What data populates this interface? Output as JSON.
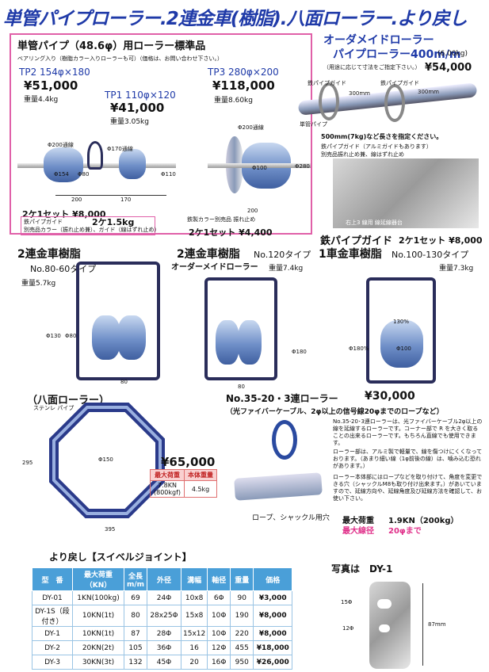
{
  "banner": "単管パイプローラー.2連金車(樹脂).八面ローラー.より戻し",
  "pipe": {
    "title": "単管パイプ（48.6φ）用ローラー標準品",
    "note": "ベアリング入り（樹脂カラー入りローラーも可）（価格は、お問い合わせ下さい。）",
    "tp2": {
      "name": "TP2 154φ×180",
      "price": "¥51,000",
      "weight": "重量4.4kg"
    },
    "tp1": {
      "name": "TP1 110φ×120",
      "price": "¥41,000",
      "weight": "重量3.05kg"
    },
    "tp3": {
      "name": "TP3 280φ×200",
      "price": "¥118,000",
      "weight": "重量8.60kg"
    },
    "dims": {
      "d200a": "Φ200通線",
      "d170a": "Φ170通線",
      "d154": "Φ154",
      "d80": "Φ80",
      "d110": "Φ110",
      "w200": "200",
      "w170": "170",
      "d200b": "Φ200通線",
      "d100": "Φ100",
      "d280": "Φ280",
      "w200b": "200"
    },
    "set1": "2ケ1セット ¥8,000",
    "weight1": "2ケ1.5kg",
    "guide_note1": "鉄パイプガイド",
    "guide_note2": "別売品カラー（振れ止め兼）、ガイド（線はずれ止め）",
    "collar_note": "鉄製カラー別売品 振れ止め",
    "set2": "2ケ1セット ¥4,400"
  },
  "custom": {
    "title": "オーダメイドローラー",
    "subtitle": "パイプローラー400m/m",
    "weight": "(6.00kg)",
    "note": "（用途に応じて寸法をご指定下さい。）",
    "price": "¥54,000",
    "label_guide1": "鉄パイプガイド",
    "label_guide2": "鉄パイプガイド",
    "label_300a": "300mm",
    "label_300b": "300mm",
    "label_pipe": "単管パイプ"
  },
  "guide": {
    "line1": "500mm(7kg)など長さを指定ください。",
    "line2": "鉄パイプガイド（アルミガイドもあります）",
    "line3": "別売品振れ止め兼、線はずれ止め",
    "photo_label": "右上3 線用 線延線器台",
    "title": "鉄パイプガイド",
    "price": "2ケ1セット ¥8,000"
  },
  "twin1": {
    "title": "2連金車樹脂",
    "type": "No.80-60タイプ",
    "weight": "重量5.7kg",
    "d130": "Φ130",
    "d80": "Φ80",
    "d80b": "80"
  },
  "twin2": {
    "title": "2連金車樹脂",
    "type": "No.120タイプ",
    "weight": "重量7.4kg",
    "order": "オーダーメイドローラー",
    "d180": "Φ180",
    "d80": "80"
  },
  "single": {
    "title": "1車金車樹脂",
    "type": "No.100-130タイプ",
    "weight": "重量7.3kg",
    "p130": "130%",
    "d180": "Φ180%",
    "d100": "Φ100"
  },
  "octa": {
    "title": "（八面ローラー）",
    "label": "ステンレ パイプ",
    "d150": "Φ150",
    "h295": "295",
    "w395": "395",
    "price": "¥65,000",
    "spec_h1": "最大荷重",
    "spec_h2": "本体重量",
    "spec_v1a": "7.8KN",
    "spec_v1b": "(800kgf)",
    "spec_v2": "4.5kg"
  },
  "triple": {
    "title": "No.35-20・3連ローラー",
    "price": "¥30,000",
    "sub": "（光ファイバーケーブル、2φ以上の信号線20φまでのロープなど）",
    "caption": "ロープ、シャックル用穴",
    "note1": "No.35-20･3連ローラーは、光ファイバーケーブル2φ以上の線を延線するローラーです。コーナー部で R を大きく取ることの出来るローラーです。もちろん直線でも使用できます。",
    "note2": "ローラー部は、アルミ製で軽量で、線を傷つけにくくなっております。（あまり細い線（1φ前後の線）は、噛み込む恐れがあります。）",
    "note3": "ローラー本体部にはロープなどを取り付けて、角度を変更できる穴（シャックルM8も取り付け出来ます。）があいていますので、延線方向や、延線角度及び延線方法を確認して、お使い下さい。",
    "load_label": "最大荷重",
    "load_value": "1.9KN（200kg）",
    "wire_label": "最大線径",
    "wire_value": "20φまで"
  },
  "swivel": {
    "title": "より戻し【スイベルジョイント】",
    "headers": [
      "型　番",
      "最大荷重（KN）",
      "全長 m/m",
      "外径",
      "溝幅",
      "軸径",
      "重量",
      "価格"
    ],
    "rows": [
      [
        "DY-01",
        "1KN(100kg)",
        "69",
        "24Φ",
        "10x8",
        "6Φ",
        "90",
        "¥3,000"
      ],
      [
        "DY-1S（段付き）",
        "10KN(1t)",
        "80",
        "28x25Φ",
        "15x8",
        "10Φ",
        "190",
        "¥8,000"
      ],
      [
        "DY-1",
        "10KN(1t)",
        "87",
        "28Φ",
        "15x12",
        "10Φ",
        "220",
        "¥8,000"
      ],
      [
        "DY-2",
        "20KN(2t)",
        "105",
        "36Φ",
        "16",
        "12Φ",
        "455",
        "¥18,000"
      ],
      [
        "DY-3",
        "30KN(3t)",
        "132",
        "45Φ",
        "20",
        "16Φ",
        "950",
        "¥26,000"
      ]
    ],
    "photo_title": "写真は　DY-1",
    "d15": "15Φ",
    "d12": "12Φ",
    "len": "87mm"
  }
}
